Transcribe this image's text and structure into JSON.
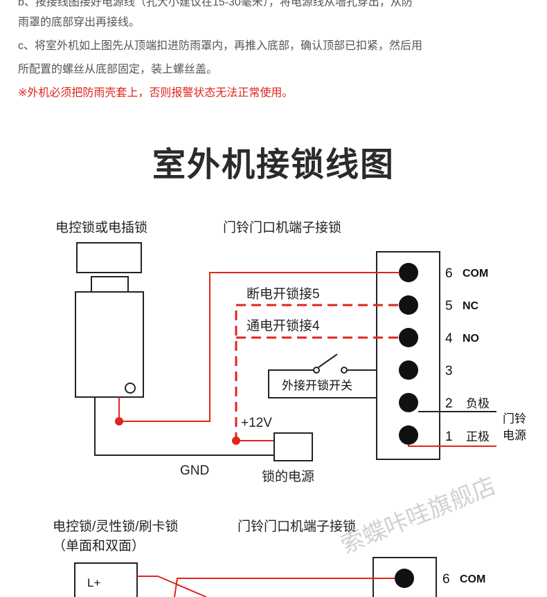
{
  "instructions": {
    "line_b": "b、按接线图接好电源线（孔大小建议在15-30毫米），将电源线从墙孔穿出，从防",
    "line_b2": "雨罩的底部穿出再接线。",
    "line_c": "c、将室外机如上图先从顶端扣进防雨罩内，再推入底部，确认顶部已扣紧，然后用",
    "line_c2": "所配置的螺丝从底部固定，装上螺丝盖。",
    "warning": "※外机必须把防雨壳套上，否则报警状态无法正常使用。"
  },
  "title": "室外机接锁线图",
  "diagram1": {
    "lock_label": "电控锁或电插锁",
    "terminal_label": "门铃门口机端子接锁",
    "wire_nc_label": "断电开锁接5",
    "wire_no_label": "通电开锁接4",
    "switch_label": "外接开锁开关",
    "plus12v_label": "+12V",
    "gnd_label": "GND",
    "power_label": "锁的电源",
    "bell_power_label_1": "门铃",
    "bell_power_label_2": "电源",
    "terminals": [
      {
        "num": "6",
        "name": "COM"
      },
      {
        "num": "5",
        "name": "NC"
      },
      {
        "num": "4",
        "name": "NO"
      },
      {
        "num": "3",
        "name": ""
      },
      {
        "num": "2",
        "name": "负极"
      },
      {
        "num": "1",
        "name": "正极"
      }
    ],
    "colors": {
      "red": "#e0241b",
      "black": "#222222"
    }
  },
  "diagram2": {
    "lock_label_1": "电控锁/灵性锁/刷卡锁",
    "lock_label_2": "（单面和双面）",
    "terminal_label": "门铃门口机端子接锁",
    "lplus_label": "L+",
    "terminal_top_num": "6",
    "terminal_top_name": "COM"
  },
  "watermark": "索蝶咔哇旗舰店"
}
